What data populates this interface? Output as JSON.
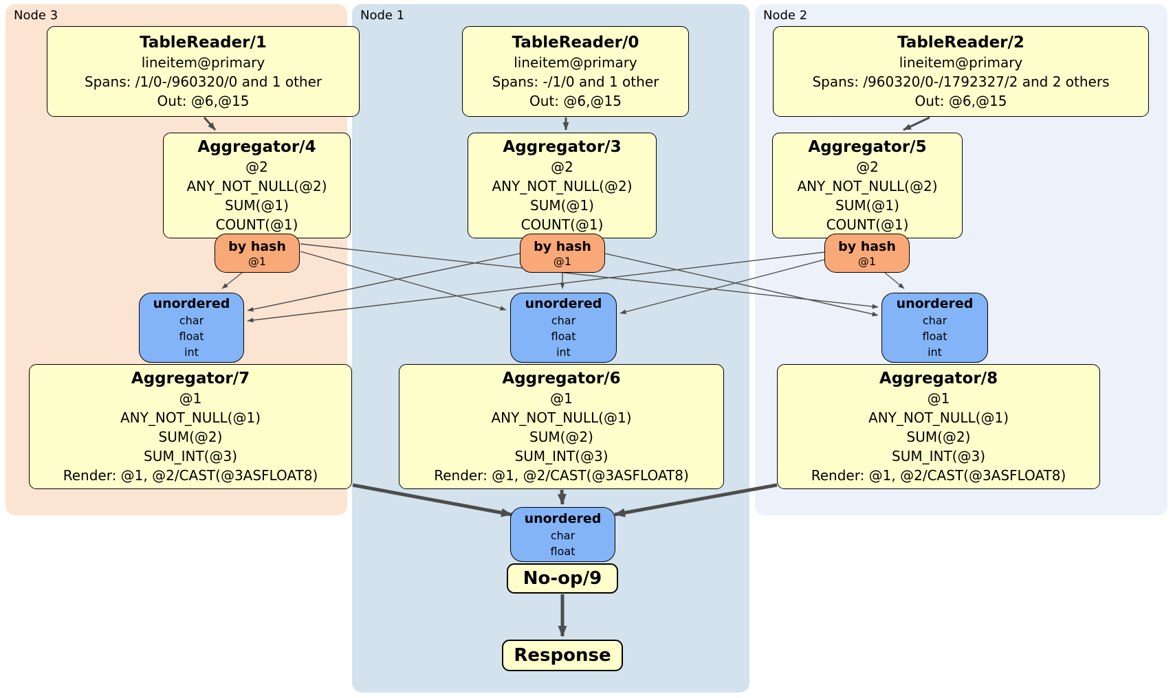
{
  "colors": {
    "node3_bg": "#fce4d2",
    "node1_bg": "#d3e2ec",
    "node2_bg": "#edf1fa",
    "processor_bg": "#ffffcc",
    "router_bg": "#f9a877",
    "sync_bg": "#82b4f7",
    "edge": "#4d4d4d"
  },
  "node3": {
    "label": "Node 3",
    "tablereader": {
      "title": "TableReader/1",
      "index": "lineitem@primary",
      "spans": "Spans: /1/0-/960320/0 and 1 other",
      "out": "Out: @6,@15"
    },
    "aggregator_top": {
      "title": "Aggregator/4",
      "lines": [
        "@2",
        "ANY_NOT_NULL(@2)",
        "SUM(@1)",
        "COUNT(@1)"
      ]
    },
    "router": {
      "title": "by hash",
      "detail": "@1"
    },
    "sync": {
      "title": "unordered",
      "types": [
        "char",
        "float",
        "int"
      ]
    },
    "aggregator_bottom": {
      "title": "Aggregator/7",
      "lines": [
        "@1",
        "ANY_NOT_NULL(@1)",
        "SUM(@2)",
        "SUM_INT(@3)",
        "Render: @1, @2/CAST(@3ASFLOAT8)"
      ]
    }
  },
  "node1": {
    "label": "Node 1",
    "tablereader": {
      "title": "TableReader/0",
      "index": "lineitem@primary",
      "spans": "Spans: -/1/0 and 1 other",
      "out": "Out: @6,@15"
    },
    "aggregator_top": {
      "title": "Aggregator/3",
      "lines": [
        "@2",
        "ANY_NOT_NULL(@2)",
        "SUM(@1)",
        "COUNT(@1)"
      ]
    },
    "router": {
      "title": "by hash",
      "detail": "@1"
    },
    "sync": {
      "title": "unordered",
      "types": [
        "char",
        "float",
        "int"
      ]
    },
    "aggregator_bottom": {
      "title": "Aggregator/6",
      "lines": [
        "@1",
        "ANY_NOT_NULL(@1)",
        "SUM(@2)",
        "SUM_INT(@3)",
        "Render: @1, @2/CAST(@3ASFLOAT8)"
      ]
    },
    "final_sync": {
      "title": "unordered",
      "types": [
        "char",
        "float"
      ]
    },
    "noop": {
      "title": "No-op/9"
    },
    "response": {
      "title": "Response"
    }
  },
  "node2": {
    "label": "Node 2",
    "tablereader": {
      "title": "TableReader/2",
      "index": "lineitem@primary",
      "spans": "Spans: /960320/0-/1792327/2 and 2 others",
      "out": "Out: @6,@15"
    },
    "aggregator_top": {
      "title": "Aggregator/5",
      "lines": [
        "@2",
        "ANY_NOT_NULL(@2)",
        "SUM(@1)",
        "COUNT(@1)"
      ]
    },
    "router": {
      "title": "by hash",
      "detail": "@1"
    },
    "sync": {
      "title": "unordered",
      "types": [
        "char",
        "float",
        "int"
      ]
    },
    "aggregator_bottom": {
      "title": "Aggregator/8",
      "lines": [
        "@1",
        "ANY_NOT_NULL(@1)",
        "SUM(@2)",
        "SUM_INT(@3)",
        "Render: @1, @2/CAST(@3ASFLOAT8)"
      ]
    }
  }
}
